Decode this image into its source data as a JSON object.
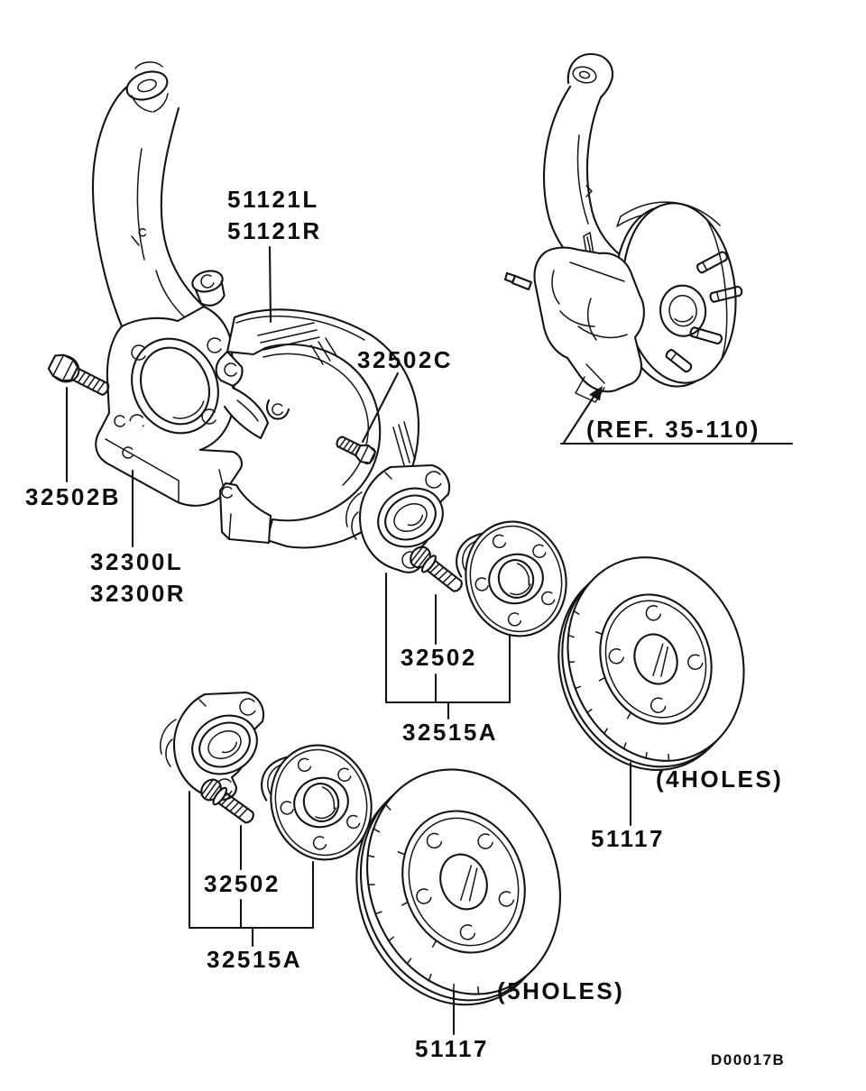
{
  "meta": {
    "drawing_code": "D00017B"
  },
  "labels": {
    "shield_left": "51121L",
    "shield_right": "51121R",
    "shield_screw": "32502C",
    "ref_note": "(REF. 35-110)",
    "knuckle_bolt": "32502B",
    "knuckle_left": "32300L",
    "knuckle_right": "32300R",
    "stud_upper": "32502",
    "hub_set_upper": "32515A",
    "disc_4h_note": "(4HOLES)",
    "disc_4h": "51117",
    "stud_lower": "32502",
    "hub_set_lower": "32515A",
    "disc_5h_note": "(5HOLES)",
    "disc_5h": "51117"
  }
}
